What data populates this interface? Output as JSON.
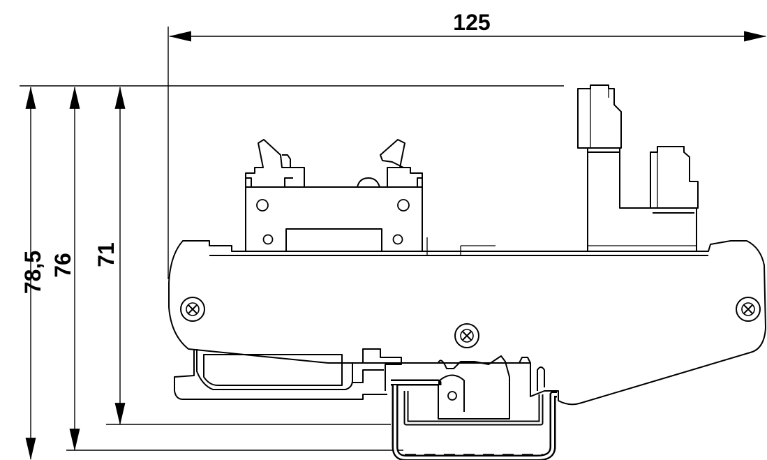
{
  "dimensions": {
    "width": "125",
    "height_total": "78,5",
    "height_mid": "76",
    "height_inner": "71"
  }
}
